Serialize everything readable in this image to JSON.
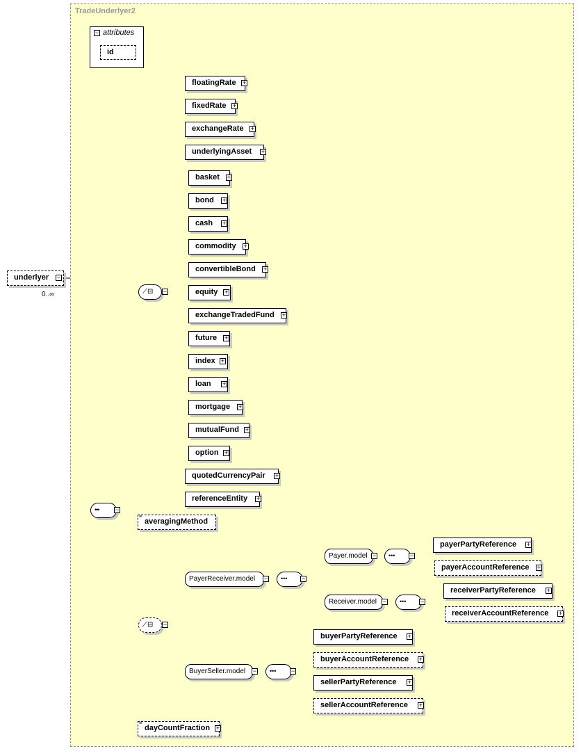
{
  "diagram": {
    "type_name": "TradeUnderlyer2",
    "root": {
      "label": "underlyer",
      "multiplicity": "0..∞"
    },
    "attributes": {
      "title": "attributes",
      "items": [
        "id"
      ]
    },
    "underlyer_choice": [
      "floatingRate",
      "fixedRate",
      "exchangeRate",
      "underlyingAsset",
      "quotedCurrencyPair",
      "referenceEntity"
    ],
    "underlying_asset_substitutes": [
      "basket",
      "bond",
      "cash",
      "commodity",
      "convertibleBond",
      "equity",
      "exchangeTradedFund",
      "future",
      "index",
      "loan",
      "mortgage",
      "mutualFund",
      "option"
    ],
    "optional_elements": [
      "averagingMethod",
      "dayCountFraction"
    ],
    "groups": {
      "payer_receiver": "PayerReceiver.model",
      "payer": "Payer.model",
      "receiver": "Receiver.model",
      "buyer_seller": "BuyerSeller.model"
    },
    "payer_items": [
      "payerPartyReference",
      "payerAccountReference"
    ],
    "receiver_items": [
      "receiverPartyReference",
      "receiverAccountReference"
    ],
    "buyer_seller_items": [
      "buyerPartyReference",
      "buyerAccountReference",
      "sellerPartyReference",
      "sellerAccountReference"
    ]
  }
}
